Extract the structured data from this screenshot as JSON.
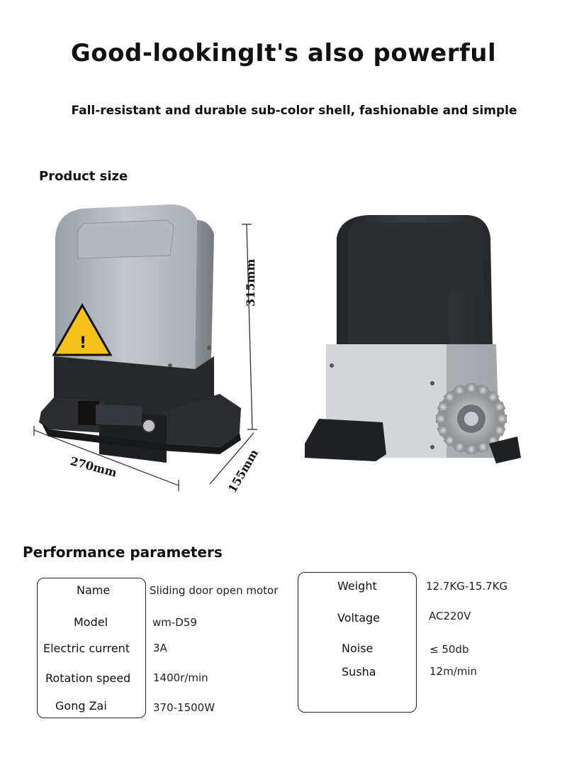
{
  "header": {
    "title": "Good-lookingIt's also powerful",
    "subtitle": "Fall-resistant and durable sub-color shell, fashionable and simple"
  },
  "product_size": {
    "title": "Product size",
    "height_label": "315mm",
    "width_label": "270mm",
    "depth_label": "155mm"
  },
  "performance": {
    "title": "Performance parameters",
    "left_params": [
      {
        "label": "Name",
        "value": "Sliding door open motor"
      },
      {
        "label": "Model",
        "value": "wm-D59"
      },
      {
        "label": "Electric current",
        "value": "3A"
      },
      {
        "label": "Rotation speed",
        "value": "1400r/min"
      },
      {
        "label": "Gong Zai",
        "value": "370-1500W"
      }
    ],
    "right_params": [
      {
        "label": "Weight",
        "value": "12.7KG-15.7KG"
      },
      {
        "label": "Voltage",
        "value": "AC220V"
      },
      {
        "label": "Noise",
        "value": "≤ 50db"
      },
      {
        "label": "Susha",
        "value": "12m/min"
      }
    ]
  },
  "colors": {
    "shell_grey": "#b9bec4",
    "shell_black": "#1f2124",
    "warning_yellow": "#f4c21a",
    "gear_silver": "#a8acb0"
  }
}
